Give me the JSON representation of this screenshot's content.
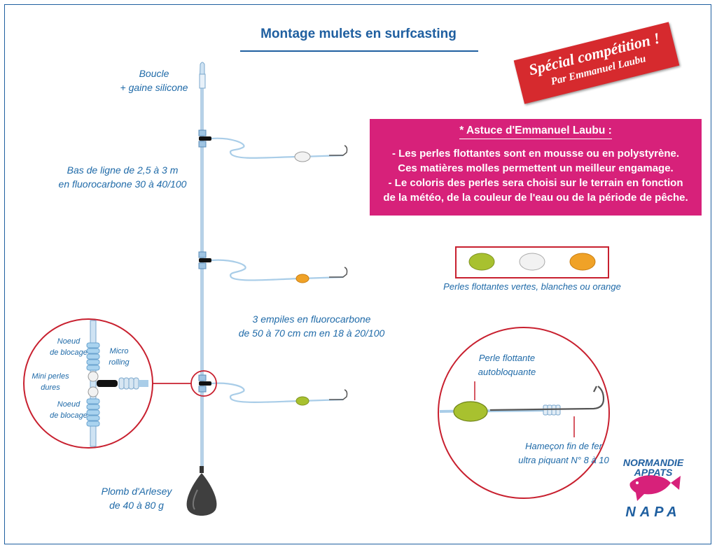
{
  "title": "Montage mulets en surfcasting",
  "labels": {
    "boucle": [
      "Boucle",
      "+ gaine silicone"
    ],
    "bas_de_ligne": [
      "Bas de ligne de 2,5 à 3 m",
      "en fluorocarbone 30 à 40/100"
    ],
    "empiles": [
      "3 empiles en fluorocarbone",
      "de 50 à 70 cm cm en 18 à 20/100"
    ],
    "plomb": [
      "Plomb d'Arlesey",
      "de 40 à 80 g"
    ],
    "perles_caption": "Perles flottantes vertes, blanches ou orange",
    "perle_flottante": [
      "Perle flottante",
      "autobloquante"
    ],
    "hamecon": [
      "Hameçon fin de fer",
      "ultra piquant N° 8 à 10"
    ],
    "noeud_haut": [
      "Noeud",
      "de blocage"
    ],
    "noeud_bas": [
      "Noeud",
      "de blocage"
    ],
    "mini_perles": [
      "Mini perles",
      "dures"
    ],
    "micro_rolling": [
      "Micro",
      "rolling"
    ]
  },
  "stamp": {
    "line1": "Spécial compétition !",
    "line2": "Par Emmanuel Laubu"
  },
  "tip": {
    "title": "* Astuce d'Emmanuel Laubu :",
    "lines": [
      "- Les perles flottantes sont en mousse ou en polystyrène.",
      "Ces matières molles permettent un meilleur engamage.",
      "- Le coloris des perles sera choisi sur le terrain en fonction",
      "de la météo, de la couleur de l'eau ou de la période de pêche."
    ]
  },
  "brand": {
    "line1": "NORMANDIE",
    "line2": "APPATS",
    "line3": "NAPA"
  },
  "colors": {
    "brand_blue": "#1f5fa0",
    "tip_pink": "#d7217a",
    "stamp_red": "#d62a2e",
    "bead_green": "#a8c12f",
    "bead_white": "#f2f2f2",
    "bead_orange": "#f0a227",
    "line_blue": "#a9cde8"
  }
}
